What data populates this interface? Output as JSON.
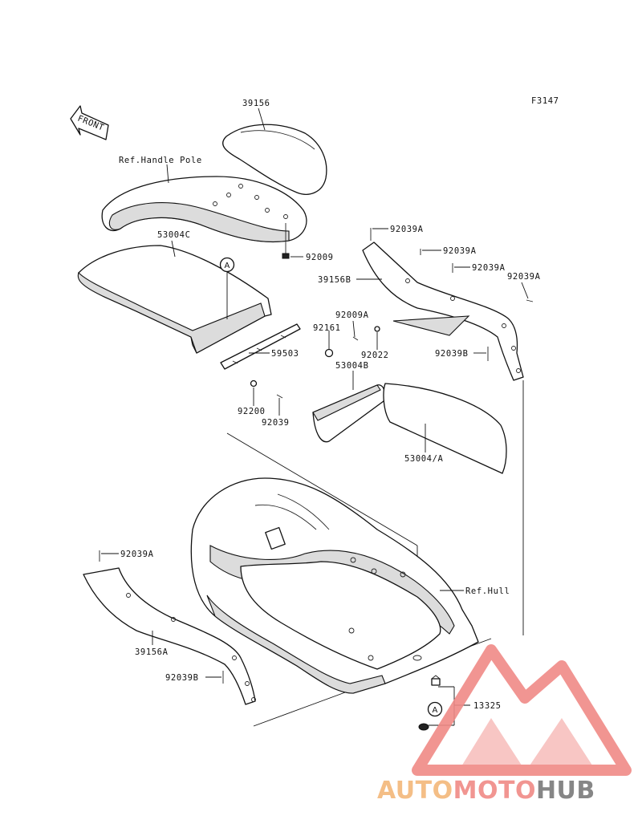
{
  "figure_code": "F3147",
  "front_arrow": "FRONT",
  "callout_letter": "A",
  "parts": [
    {
      "key": "39156",
      "label": "39156"
    },
    {
      "key": "ref-handle-pole",
      "label": "Ref.Handle Pole"
    },
    {
      "key": "92009",
      "label": "92009"
    },
    {
      "key": "53004c",
      "label": "53004C"
    },
    {
      "key": "59503",
      "label": "59503"
    },
    {
      "key": "92200",
      "label": "92200"
    },
    {
      "key": "92039",
      "label": "92039"
    },
    {
      "key": "92039a-1",
      "label": "92039A"
    },
    {
      "key": "92039a-2",
      "label": "92039A"
    },
    {
      "key": "92039a-3",
      "label": "92039A"
    },
    {
      "key": "92039a-4",
      "label": "92039A"
    },
    {
      "key": "39156b",
      "label": "39156B"
    },
    {
      "key": "92009a",
      "label": "92009A"
    },
    {
      "key": "92161",
      "label": "92161"
    },
    {
      "key": "92022",
      "label": "92022"
    },
    {
      "key": "92039b-1",
      "label": "92039B"
    },
    {
      "key": "53004b",
      "label": "53004B"
    },
    {
      "key": "53004a",
      "label": "53004/A"
    },
    {
      "key": "92039a-5",
      "label": "92039A"
    },
    {
      "key": "ref-hull",
      "label": "Ref.Hull"
    },
    {
      "key": "39156a",
      "label": "39156A"
    },
    {
      "key": "92039b-2",
      "label": "92039B"
    },
    {
      "key": "13325",
      "label": "13325"
    }
  ],
  "watermark": {
    "part1": "AUTO",
    "part2": "MOTO",
    "part3": "HUB"
  },
  "colors": {
    "brand_orange": "#f3b77a",
    "brand_red": "#f08a86",
    "brand_grey": "#7a7a7a",
    "line": "#111111"
  }
}
